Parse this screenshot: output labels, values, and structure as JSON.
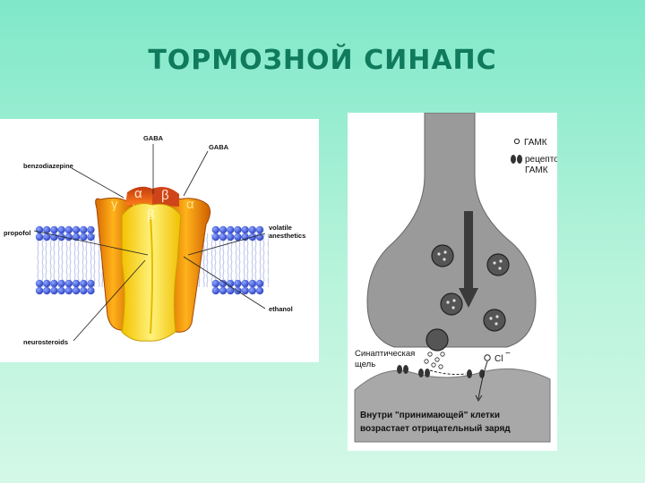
{
  "title": "ТОРМОЗНОЙ СИНАПС",
  "receptor": {
    "labels": {
      "gaba_top": "GABA",
      "gaba_right": "GABA",
      "benzodiazepine": "benzodiazepine",
      "propofol": "propofol",
      "volatile_1": "volatile",
      "volatile_2": "anesthetics",
      "ethanol": "ethanol",
      "neurosteroids": "neurosteroids"
    },
    "subunits": {
      "alpha": "α",
      "beta": "β",
      "gamma": "γ"
    }
  },
  "synapse": {
    "legend": {
      "gaba": "ГАМК",
      "receptor_line1": "рецептор",
      "receptor_line2": "ГАМК"
    },
    "cleft_line1": "Синаптическая",
    "cleft_line2": "щель",
    "ion": "Cl",
    "ion_charge": "−",
    "caption_line1": "Внутри \"принимающей\" клетки",
    "caption_line2": "возрастает отрицательный заряд"
  }
}
